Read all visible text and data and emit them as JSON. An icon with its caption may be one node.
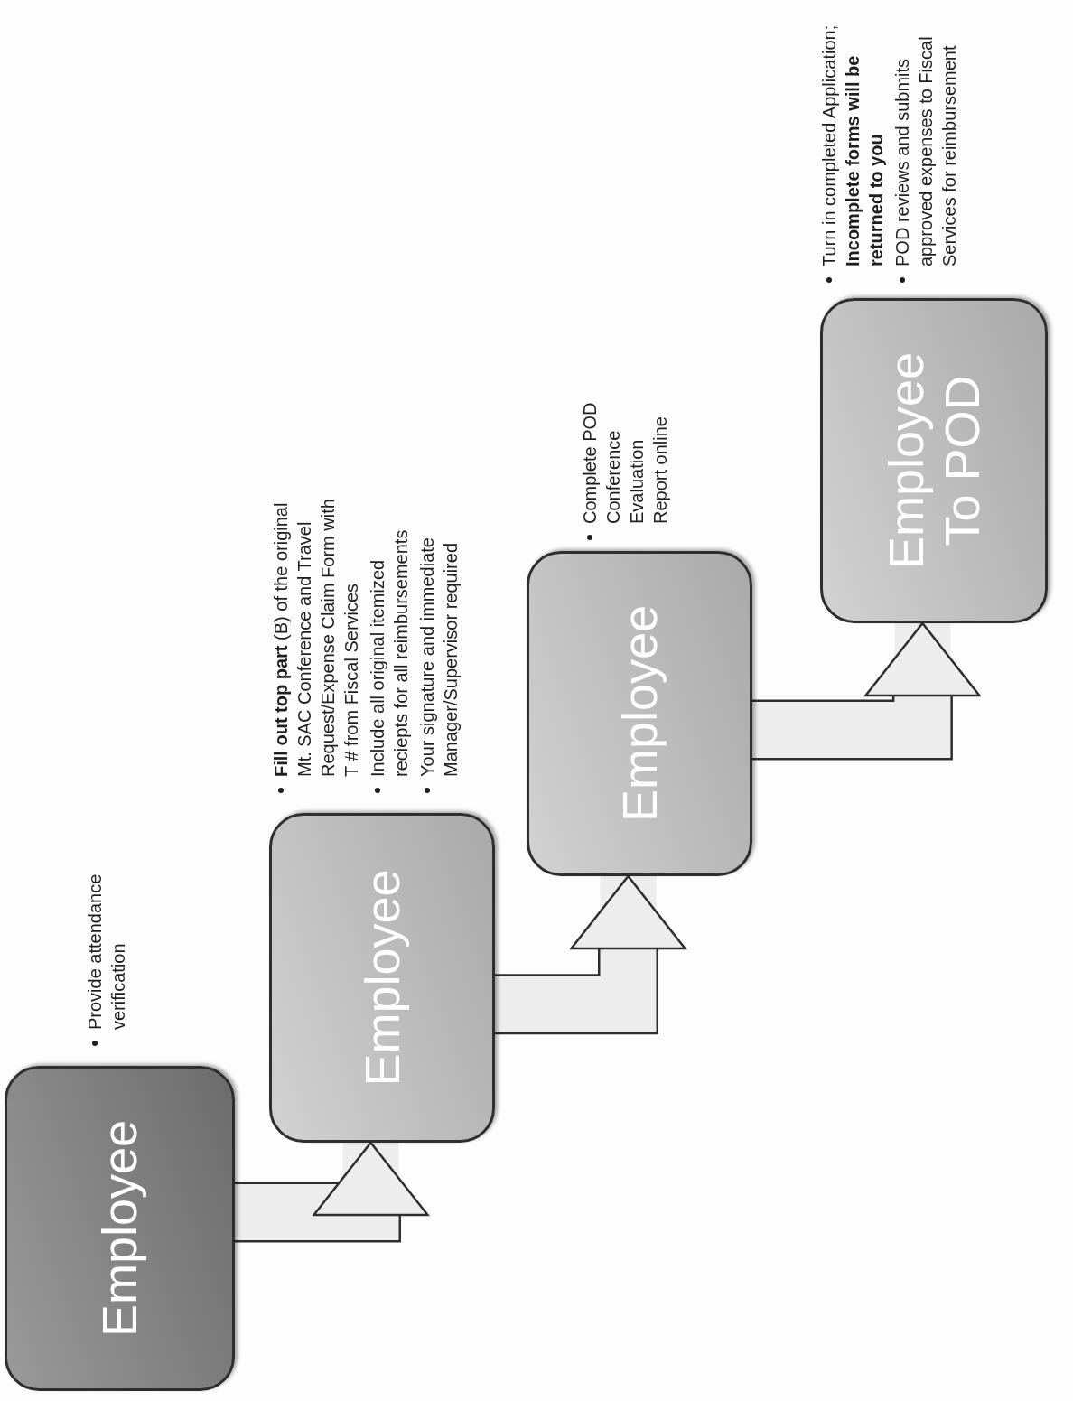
{
  "diagram": {
    "nodes": [
      {
        "text": [
          "Employee"
        ],
        "beside": [
          "Provide attendance verification"
        ]
      },
      {
        "text": [
          "Employee"
        ],
        "beside": [
          "**Fill out top part** (B) of the original Mt. SAC Conference and Travel Request/Expense Claim Form with T # from Fiscal Services",
          "Include all original itemized reciepts for all reimbursements",
          "Your signature and immediate Manager/Supervisor required"
        ]
      },
      {
        "text": [
          "Employee"
        ],
        "beside": [
          "Complete POD Conference Evaluation Report online"
        ]
      },
      {
        "text": [
          "Employee To POD"
        ],
        "beside": [
          "Turn in completed Application; **Incomplete forms will be returned to you**",
          "POD reviews and submits approved expenses to Fiscal Services for reimbursement"
        ]
      }
    ],
    "edges": [
      {
        "from": 0,
        "to": 1,
        "arrow": "to"
      },
      {
        "from": 1,
        "to": 2,
        "arrow": "to"
      },
      {
        "from": 2,
        "to": 3,
        "arrow": "to"
      }
    ]
  }
}
